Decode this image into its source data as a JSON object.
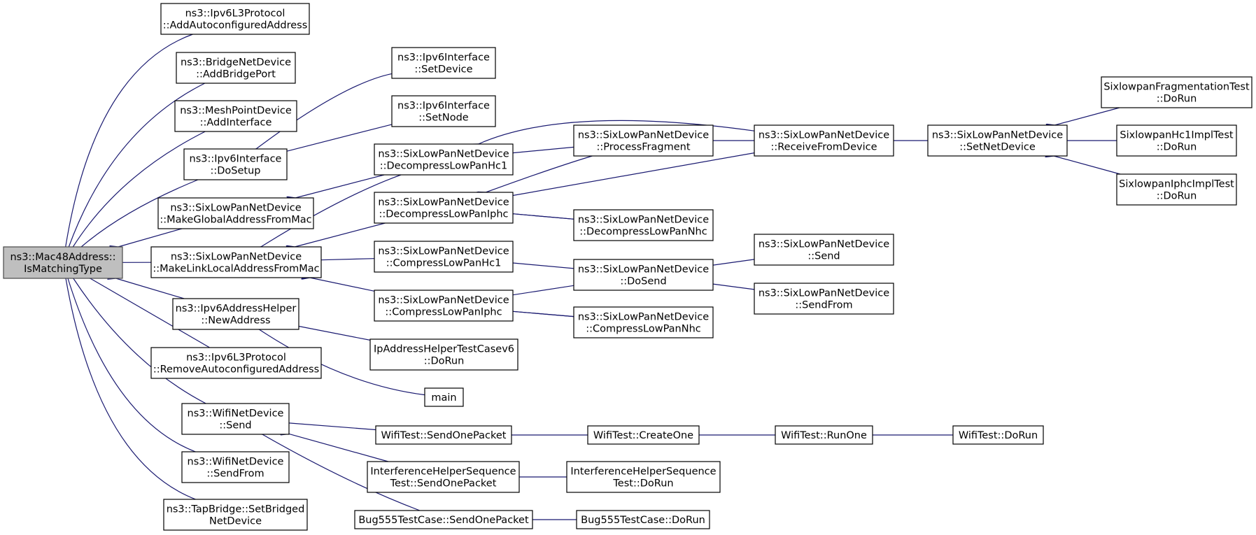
{
  "nodes": [
    {
      "id": "root",
      "lines": [
        "ns3::Mac48Address::",
        "IsMatchingType"
      ],
      "root": true
    },
    {
      "id": "n_add_autoconf",
      "lines": [
        "ns3::Ipv6L3Protocol",
        "::AddAutoconfiguredAddress"
      ]
    },
    {
      "id": "n_add_bridge",
      "lines": [
        "ns3::BridgeNetDevice",
        "::AddBridgePort"
      ]
    },
    {
      "id": "n_add_iface",
      "lines": [
        "ns3::MeshPointDevice",
        "::AddInterface"
      ]
    },
    {
      "id": "n_dosetup",
      "lines": [
        "ns3::Ipv6Interface",
        "::DoSetup"
      ]
    },
    {
      "id": "n_mkglobal",
      "lines": [
        "ns3::SixLowPanNetDevice",
        "::MakeGlobalAddressFromMac"
      ]
    },
    {
      "id": "n_mklinklocal",
      "lines": [
        "ns3::SixLowPanNetDevice",
        "::MakeLinkLocalAddressFromMac"
      ]
    },
    {
      "id": "n_newaddr",
      "lines": [
        "ns3::Ipv6AddressHelper",
        "::NewAddress"
      ]
    },
    {
      "id": "n_rm_autoconf",
      "lines": [
        "ns3::Ipv6L3Protocol",
        "::RemoveAutoconfiguredAddress"
      ]
    },
    {
      "id": "n_wifi_send",
      "lines": [
        "ns3::WifiNetDevice",
        "::Send"
      ]
    },
    {
      "id": "n_wifi_sendfrom",
      "lines": [
        "ns3::WifiNetDevice",
        "::SendFrom"
      ]
    },
    {
      "id": "n_tap",
      "lines": [
        "ns3::TapBridge::SetBridged",
        "NetDevice"
      ]
    },
    {
      "id": "n_setdevice",
      "lines": [
        "ns3::Ipv6Interface",
        "::SetDevice"
      ]
    },
    {
      "id": "n_setnode",
      "lines": [
        "ns3::Ipv6Interface",
        "::SetNode"
      ]
    },
    {
      "id": "n_dec_hc1",
      "lines": [
        "ns3::SixLowPanNetDevice",
        "::DecompressLowPanHc1"
      ]
    },
    {
      "id": "n_dec_iphc",
      "lines": [
        "ns3::SixLowPanNetDevice",
        "::DecompressLowPanIphc"
      ]
    },
    {
      "id": "n_comp_hc1",
      "lines": [
        "ns3::SixLowPanNetDevice",
        "::CompressLowPanHc1"
      ]
    },
    {
      "id": "n_comp_iphc",
      "lines": [
        "ns3::SixLowPanNetDevice",
        "::CompressLowPanIphc"
      ]
    },
    {
      "id": "n_ipaddr_test",
      "lines": [
        "IpAddressHelperTestCasev6",
        "::DoRun"
      ]
    },
    {
      "id": "n_main",
      "lines": [
        "main"
      ]
    },
    {
      "id": "n_wt_sendone",
      "lines": [
        "WifiTest::SendOnePacket"
      ]
    },
    {
      "id": "n_ihs_sendone",
      "lines": [
        "InterferenceHelperSequence",
        "Test::SendOnePacket"
      ]
    },
    {
      "id": "n_bug555_sendone",
      "lines": [
        "Bug555TestCase::SendOnePacket"
      ]
    },
    {
      "id": "n_procfrag",
      "lines": [
        "ns3::SixLowPanNetDevice",
        "::ProcessFragment"
      ]
    },
    {
      "id": "n_dec_nhc",
      "lines": [
        "ns3::SixLowPanNetDevice",
        "::DecompressLowPanNhc"
      ]
    },
    {
      "id": "n_dosend",
      "lines": [
        "ns3::SixLowPanNetDevice",
        "::DoSend"
      ]
    },
    {
      "id": "n_comp_nhc",
      "lines": [
        "ns3::SixLowPanNetDevice",
        "::CompressLowPanNhc"
      ]
    },
    {
      "id": "n_wt_createone",
      "lines": [
        "WifiTest::CreateOne"
      ]
    },
    {
      "id": "n_ihs_dorun",
      "lines": [
        "InterferenceHelperSequence",
        "Test::DoRun"
      ]
    },
    {
      "id": "n_bug555_dorun",
      "lines": [
        "Bug555TestCase::DoRun"
      ]
    },
    {
      "id": "n_recvfrom",
      "lines": [
        "ns3::SixLowPanNetDevice",
        "::ReceiveFromDevice"
      ]
    },
    {
      "id": "n_send",
      "lines": [
        "ns3::SixLowPanNetDevice",
        "::Send"
      ]
    },
    {
      "id": "n_sendfrom",
      "lines": [
        "ns3::SixLowPanNetDevice",
        "::SendFrom"
      ]
    },
    {
      "id": "n_wt_runone",
      "lines": [
        "WifiTest::RunOne"
      ]
    },
    {
      "id": "n_setnetdev",
      "lines": [
        "ns3::SixLowPanNetDevice",
        "::SetNetDevice"
      ]
    },
    {
      "id": "n_wt_dorun",
      "lines": [
        "WifiTest::DoRun"
      ]
    },
    {
      "id": "n_frag_test",
      "lines": [
        "SixlowpanFragmentationTest",
        "::DoRun"
      ]
    },
    {
      "id": "n_hc1_test",
      "lines": [
        "SixlowpanHc1ImplTest",
        "::DoRun"
      ]
    },
    {
      "id": "n_iphc_test",
      "lines": [
        "SixlowpanIphcImplTest",
        "::DoRun"
      ]
    }
  ],
  "edges": [
    [
      "n_add_autoconf",
      "root"
    ],
    [
      "n_add_bridge",
      "root"
    ],
    [
      "n_add_iface",
      "root"
    ],
    [
      "n_dosetup",
      "root"
    ],
    [
      "n_mkglobal",
      "root"
    ],
    [
      "n_mklinklocal",
      "root"
    ],
    [
      "n_newaddr",
      "root"
    ],
    [
      "n_rm_autoconf",
      "root"
    ],
    [
      "n_wifi_send",
      "root"
    ],
    [
      "n_wifi_sendfrom",
      "root"
    ],
    [
      "n_tap",
      "root"
    ],
    [
      "n_setdevice",
      "n_dosetup"
    ],
    [
      "n_setnode",
      "n_dosetup"
    ],
    [
      "n_dec_hc1",
      "n_mkglobal"
    ],
    [
      "n_dec_hc1",
      "n_mklinklocal"
    ],
    [
      "n_dec_iphc",
      "n_mklinklocal"
    ],
    [
      "n_comp_hc1",
      "n_mklinklocal"
    ],
    [
      "n_comp_iphc",
      "n_mklinklocal"
    ],
    [
      "n_ipaddr_test",
      "n_newaddr"
    ],
    [
      "n_main",
      "n_newaddr"
    ],
    [
      "n_wt_sendone",
      "n_wifi_send"
    ],
    [
      "n_ihs_sendone",
      "n_wifi_send"
    ],
    [
      "n_bug555_sendone",
      "n_wifi_send"
    ],
    [
      "n_procfrag",
      "n_dec_hc1"
    ],
    [
      "n_recvfrom",
      "n_dec_hc1"
    ],
    [
      "n_procfrag",
      "n_dec_iphc"
    ],
    [
      "n_recvfrom",
      "n_dec_iphc"
    ],
    [
      "n_dec_nhc",
      "n_dec_iphc"
    ],
    [
      "n_dec_iphc",
      "n_dec_nhc"
    ],
    [
      "n_dosend",
      "n_comp_hc1"
    ],
    [
      "n_dosend",
      "n_comp_iphc"
    ],
    [
      "n_comp_nhc",
      "n_comp_iphc"
    ],
    [
      "n_comp_iphc",
      "n_comp_nhc"
    ],
    [
      "n_wt_createone",
      "n_wt_sendone"
    ],
    [
      "n_ihs_dorun",
      "n_ihs_sendone"
    ],
    [
      "n_bug555_dorun",
      "n_bug555_sendone"
    ],
    [
      "n_recvfrom",
      "n_procfrag"
    ],
    [
      "n_send",
      "n_dosend"
    ],
    [
      "n_sendfrom",
      "n_dosend"
    ],
    [
      "n_wt_runone",
      "n_wt_createone"
    ],
    [
      "n_setnetdev",
      "n_recvfrom"
    ],
    [
      "n_wt_dorun",
      "n_wt_runone"
    ],
    [
      "n_frag_test",
      "n_setnetdev"
    ],
    [
      "n_hc1_test",
      "n_setnetdev"
    ],
    [
      "n_iphc_test",
      "n_setnetdev"
    ]
  ],
  "colors": {
    "edge": "#191970",
    "root_fill": "#bfbfbf",
    "node_fill": "#ffffff",
    "node_border": "#000000"
  }
}
